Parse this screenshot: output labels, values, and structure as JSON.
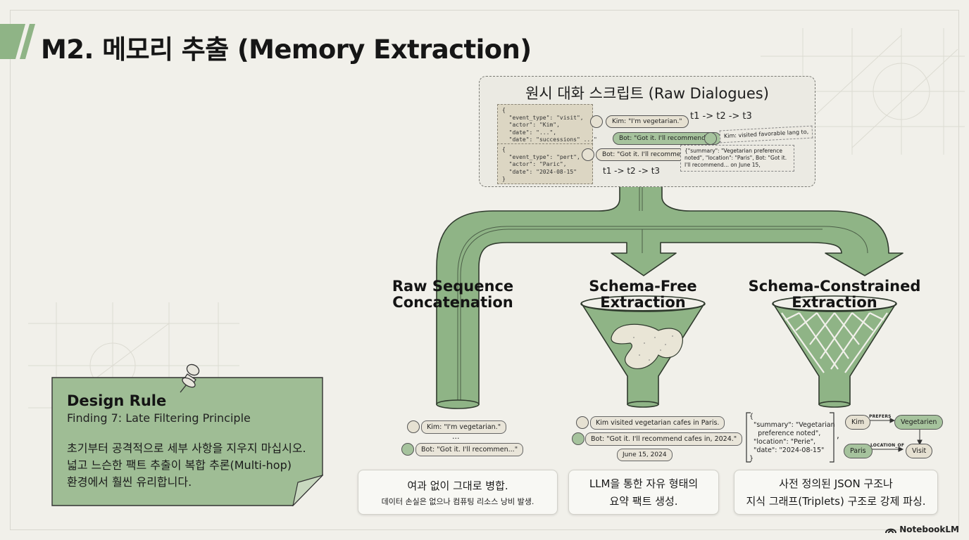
{
  "title": "M2. 메모리 추출 (Memory Extraction)",
  "raw_dialogues": {
    "title": "원시 대화 스크립트 (Raw Dialogues)",
    "json_snippet_1": "{\n  \"event_type\": \"visit\",\n  \"actor\": \"Kim\",\n  \"date\": \"...\",\n  \"date\": \"successions\" ...\"\n},",
    "json_snippet_2": "{\n  \"event_type\": \"pert\",\n  \"actor\": \"Paric\",\n  \"date\": \"2024-08-15\"\n}",
    "bubble_user": "Kim: \"I'm vegetarian.\"",
    "bubble_bot": "Bot: \"Got it. I'll recommend...\"",
    "bubble_bot_2": "Bot: \"Got it. I'll recommend...\"",
    "sequence_1": "t1 -> t2 -> t3",
    "sequence_2": "t1 -> t2 -> t3",
    "side_note_1": "Kim: visited favorable lang to,",
    "side_note_2": "{\"summary\": \"Vegetarian preference noted\",\n\"location\": \"Paris\",\nBot: \"Got it. I'll recommend... on June 15,"
  },
  "methods": [
    {
      "label_line1": "Raw Sequence",
      "label_line2": "Concatenation",
      "example_user": "Kim: \"I'm vegetarian.\"",
      "example_ellipsis": "...",
      "example_bot": "Bot: \"Got it. I'll recommen...\"",
      "desc_line1": "여과 없이 그대로 병합.",
      "desc_line2": "데이터 손실은 없으나 컴퓨팅 리소스 낭비 발생."
    },
    {
      "label_line1": "Schema-Free",
      "label_line2": "Extraction",
      "example_user": "Kim visited vegetarian cafes in Paris.",
      "example_bot": "Bot: \"Got it. I'll recommend cafes in, 2024.\"",
      "example_date": "June 15, 2024",
      "desc_line1": "LLM을 통한 자유 형태의",
      "desc_line2": "요약 팩트 생성."
    },
    {
      "label_line1": "Schema-Constrained",
      "label_line2": "Extraction",
      "json_result": "{\n  \"summary\": \"Vegetarian\n    preference noted\",\n  \"location\": \"Perie\",\n  \"date\": \"2024-08-15\"\n}",
      "triplets": {
        "node_kim": "Kim",
        "edge_prefers": "PREFERS",
        "node_vegetarian": "Vegetarien",
        "node_paris": "Paris",
        "edge_location": "LOCATION_OF",
        "node_visit": "Visit"
      },
      "desc_line1": "사전 정의된 JSON 구조나",
      "desc_line2": "지식 그래프(Triplets) 구조로 강제 파싱."
    }
  ],
  "design_rule": {
    "title": "Design Rule",
    "subtitle": "Finding 7: Late Filtering Principle",
    "line1": "초기부터 공격적으로 세부 사항을 지우지 마십시오.",
    "line2": "넓고 느슨한 팩트 추출이 복합 추론(Multi-hop)",
    "line3": "환경에서 훨씬 유리합니다."
  },
  "brand": "NotebookLM",
  "colors": {
    "green": "#8fb486",
    "green_dark": "#6e9a66",
    "outline": "#2f3a2d",
    "note_green": "#9fbd95"
  }
}
